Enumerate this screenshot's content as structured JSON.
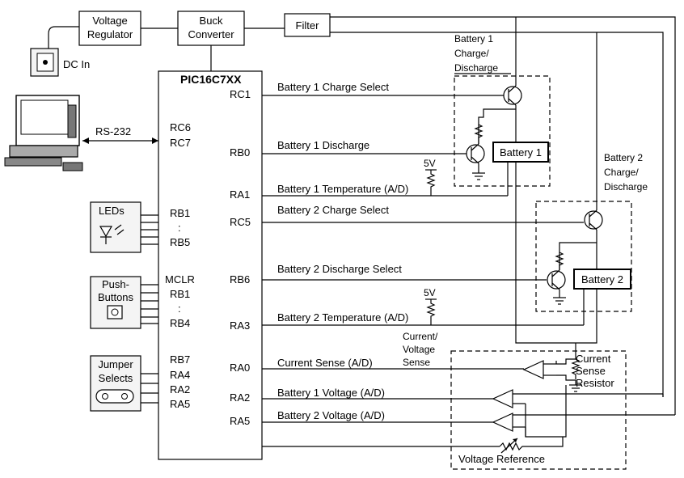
{
  "blocks": {
    "voltage_regulator": [
      "Voltage",
      "Regulator"
    ],
    "buck_converter": [
      "Buck",
      "Converter"
    ],
    "filter": "Filter",
    "dc_in": "DC In",
    "rs232": "RS-232"
  },
  "mcu": {
    "name": "PIC16C7XX",
    "left_pins": {
      "uart": [
        "RC6",
        "RC7"
      ],
      "leds": [
        "RB1",
        ":",
        "RB5"
      ],
      "buttons": [
        "MCLR",
        "RB1",
        ":",
        "RB4"
      ],
      "jumpers": [
        "RB7",
        "RA4",
        "RA2",
        "RA5"
      ]
    },
    "right_pins": [
      "RC1",
      "RB0",
      "RA1",
      "RC5",
      "RB6",
      "RA3",
      "RA0",
      "RA2",
      "RA5"
    ]
  },
  "peripherals": {
    "leds": "LEDs",
    "push_buttons": [
      "Push-",
      "Buttons"
    ],
    "jumpers": [
      "Jumper",
      "Selects"
    ]
  },
  "signals": [
    "Battery 1 Charge Select",
    "Battery 1 Discharge",
    "Battery 1 Temperature (A/D)",
    "Battery 2 Charge Select",
    "Battery 2 Discharge Select",
    "Battery 2 Temperature (A/D)",
    "Current Sense (A/D)",
    "Battery 1 Voltage (A/D)",
    "Battery 2 Voltage (A/D)"
  ],
  "circuits": {
    "b1_title": [
      "Battery 1",
      "Charge/",
      "Discharge"
    ],
    "b2_title": [
      "Battery 2",
      "Charge/",
      "Discharge"
    ],
    "battery1": "Battery 1",
    "battery2": "Battery 2",
    "v5_a": "5V",
    "v5_b": "5V",
    "current_voltage_sense": [
      "Current/",
      "Voltage",
      "Sense"
    ],
    "current_sense_resistor": [
      "Current",
      "Sense",
      "Resistor"
    ],
    "voltage_reference": "Voltage Reference"
  }
}
